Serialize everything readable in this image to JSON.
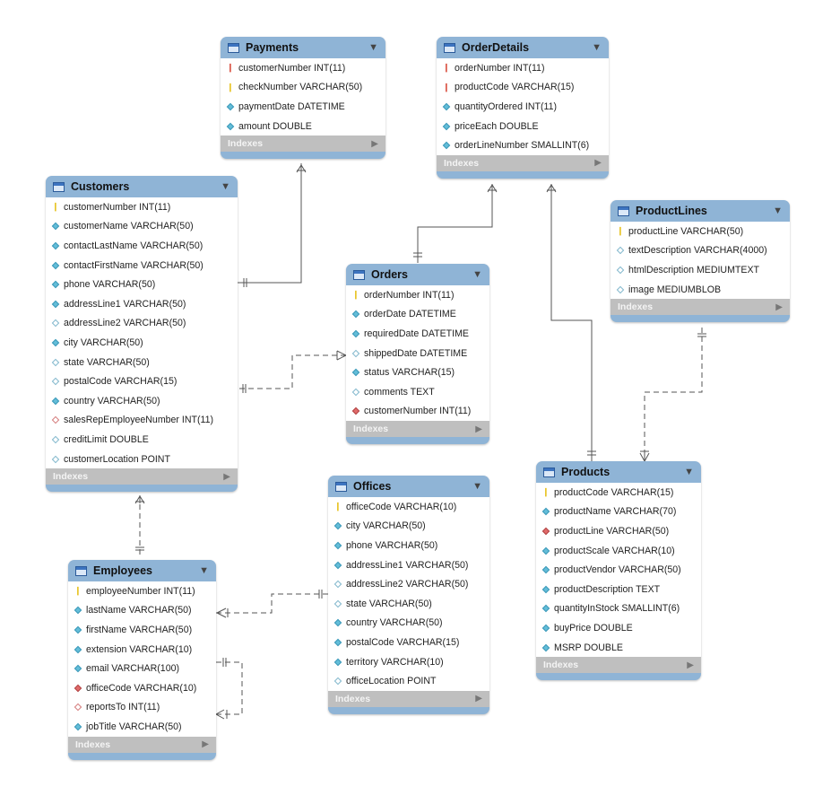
{
  "tables": [
    {
      "id": "payments",
      "name": "Payments",
      "indexes_label": "Indexes",
      "columns": [
        {
          "text": "customerNumber INT(11)",
          "icon": "pk-fk-key"
        },
        {
          "text": "checkNumber VARCHAR(50)",
          "icon": "pk-key"
        },
        {
          "text": "paymentDate DATETIME",
          "icon": "not-null-diamond"
        },
        {
          "text": "amount DOUBLE",
          "icon": "not-null-diamond"
        }
      ]
    },
    {
      "id": "orderdetails",
      "name": "OrderDetails",
      "indexes_label": "Indexes",
      "columns": [
        {
          "text": "orderNumber INT(11)",
          "icon": "pk-fk-key"
        },
        {
          "text": "productCode VARCHAR(15)",
          "icon": "pk-fk-key"
        },
        {
          "text": "quantityOrdered INT(11)",
          "icon": "not-null-diamond"
        },
        {
          "text": "priceEach DOUBLE",
          "icon": "not-null-diamond"
        },
        {
          "text": "orderLineNumber SMALLINT(6)",
          "icon": "not-null-diamond"
        }
      ]
    },
    {
      "id": "customers",
      "name": "Customers",
      "indexes_label": "Indexes",
      "columns": [
        {
          "text": "customerNumber INT(11)",
          "icon": "pk-key"
        },
        {
          "text": "customerName VARCHAR(50)",
          "icon": "not-null-diamond"
        },
        {
          "text": "contactLastName VARCHAR(50)",
          "icon": "not-null-diamond"
        },
        {
          "text": "contactFirstName VARCHAR(50)",
          "icon": "not-null-diamond"
        },
        {
          "text": "phone VARCHAR(50)",
          "icon": "not-null-diamond"
        },
        {
          "text": "addressLine1 VARCHAR(50)",
          "icon": "not-null-diamond"
        },
        {
          "text": "addressLine2 VARCHAR(50)",
          "icon": "nullable-diamond"
        },
        {
          "text": "city VARCHAR(50)",
          "icon": "not-null-diamond"
        },
        {
          "text": "state VARCHAR(50)",
          "icon": "nullable-diamond"
        },
        {
          "text": "postalCode VARCHAR(15)",
          "icon": "nullable-diamond"
        },
        {
          "text": "country VARCHAR(50)",
          "icon": "not-null-diamond"
        },
        {
          "text": "salesRepEmployeeNumber INT(11)",
          "icon": "nullable-fk-diamond"
        },
        {
          "text": "creditLimit DOUBLE",
          "icon": "nullable-diamond"
        },
        {
          "text": "customerLocation POINT",
          "icon": "nullable-diamond"
        }
      ]
    },
    {
      "id": "productlines",
      "name": "ProductLines",
      "indexes_label": "Indexes",
      "columns": [
        {
          "text": "productLine VARCHAR(50)",
          "icon": "pk-key"
        },
        {
          "text": "textDescription VARCHAR(4000)",
          "icon": "nullable-diamond"
        },
        {
          "text": "htmlDescription MEDIUMTEXT",
          "icon": "nullable-diamond"
        },
        {
          "text": "image MEDIUMBLOB",
          "icon": "nullable-diamond"
        }
      ]
    },
    {
      "id": "orders",
      "name": "Orders",
      "indexes_label": "Indexes",
      "columns": [
        {
          "text": "orderNumber INT(11)",
          "icon": "pk-key"
        },
        {
          "text": "orderDate DATETIME",
          "icon": "not-null-diamond"
        },
        {
          "text": "requiredDate DATETIME",
          "icon": "not-null-diamond"
        },
        {
          "text": "shippedDate DATETIME",
          "icon": "nullable-diamond"
        },
        {
          "text": "status VARCHAR(15)",
          "icon": "not-null-diamond"
        },
        {
          "text": "comments TEXT",
          "icon": "nullable-diamond"
        },
        {
          "text": "customerNumber INT(11)",
          "icon": "fk-diamond"
        }
      ]
    },
    {
      "id": "offices",
      "name": "Offices",
      "indexes_label": "Indexes",
      "columns": [
        {
          "text": "officeCode VARCHAR(10)",
          "icon": "pk-key"
        },
        {
          "text": "city VARCHAR(50)",
          "icon": "not-null-diamond"
        },
        {
          "text": "phone VARCHAR(50)",
          "icon": "not-null-diamond"
        },
        {
          "text": "addressLine1 VARCHAR(50)",
          "icon": "not-null-diamond"
        },
        {
          "text": "addressLine2 VARCHAR(50)",
          "icon": "nullable-diamond"
        },
        {
          "text": "state VARCHAR(50)",
          "icon": "nullable-diamond"
        },
        {
          "text": "country VARCHAR(50)",
          "icon": "not-null-diamond"
        },
        {
          "text": "postalCode VARCHAR(15)",
          "icon": "not-null-diamond"
        },
        {
          "text": "territory VARCHAR(10)",
          "icon": "not-null-diamond"
        },
        {
          "text": "officeLocation POINT",
          "icon": "nullable-diamond"
        }
      ]
    },
    {
      "id": "products",
      "name": "Products",
      "indexes_label": "Indexes",
      "columns": [
        {
          "text": "productCode VARCHAR(15)",
          "icon": "pk-key"
        },
        {
          "text": "productName VARCHAR(70)",
          "icon": "not-null-diamond"
        },
        {
          "text": "productLine VARCHAR(50)",
          "icon": "fk-diamond"
        },
        {
          "text": "productScale VARCHAR(10)",
          "icon": "not-null-diamond"
        },
        {
          "text": "productVendor VARCHAR(50)",
          "icon": "not-null-diamond"
        },
        {
          "text": "productDescription TEXT",
          "icon": "not-null-diamond"
        },
        {
          "text": "quantityInStock SMALLINT(6)",
          "icon": "not-null-diamond"
        },
        {
          "text": "buyPrice DOUBLE",
          "icon": "not-null-diamond"
        },
        {
          "text": "MSRP DOUBLE",
          "icon": "not-null-diamond"
        }
      ]
    },
    {
      "id": "employees",
      "name": "Employees",
      "indexes_label": "Indexes",
      "columns": [
        {
          "text": "employeeNumber INT(11)",
          "icon": "pk-key"
        },
        {
          "text": "lastName VARCHAR(50)",
          "icon": "not-null-diamond"
        },
        {
          "text": "firstName VARCHAR(50)",
          "icon": "not-null-diamond"
        },
        {
          "text": "extension VARCHAR(10)",
          "icon": "not-null-diamond"
        },
        {
          "text": "email VARCHAR(100)",
          "icon": "not-null-diamond"
        },
        {
          "text": "officeCode VARCHAR(10)",
          "icon": "fk-diamond"
        },
        {
          "text": "reportsTo INT(11)",
          "icon": "nullable-fk-diamond"
        },
        {
          "text": "jobTitle VARCHAR(50)",
          "icon": "not-null-diamond"
        }
      ]
    }
  ],
  "relationships": [
    {
      "from": "payments",
      "to": "customers",
      "style": "identifying"
    },
    {
      "from": "orderdetails",
      "to": "orders",
      "style": "identifying"
    },
    {
      "from": "orderdetails",
      "to": "products",
      "style": "identifying"
    },
    {
      "from": "orders",
      "to": "customers",
      "style": "non-identifying"
    },
    {
      "from": "products",
      "to": "productlines",
      "style": "non-identifying"
    },
    {
      "from": "customers",
      "to": "employees",
      "style": "non-identifying"
    },
    {
      "from": "employees",
      "to": "offices",
      "style": "non-identifying"
    },
    {
      "from": "employees",
      "to": "employees",
      "style": "non-identifying"
    }
  ],
  "colors": {
    "header": "#8fb4d6",
    "indexes_bar": "#bfbfbf",
    "line": "#555555"
  }
}
